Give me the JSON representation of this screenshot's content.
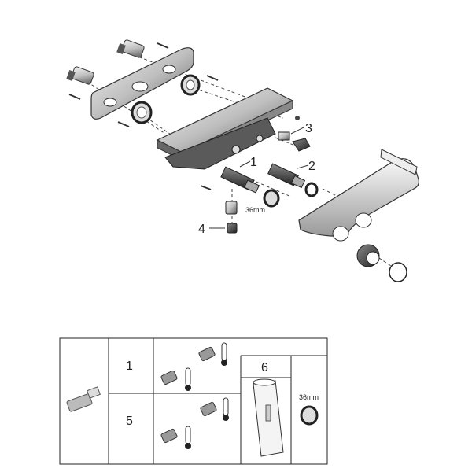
{
  "callouts": {
    "c1": "1",
    "c2": "2",
    "c3": "3",
    "c4": "4"
  },
  "nut_size_label": "36mm",
  "table": {
    "row1_number": "1",
    "row2_number": "5",
    "tool_number": "6",
    "ring_size_label": "36mm"
  }
}
